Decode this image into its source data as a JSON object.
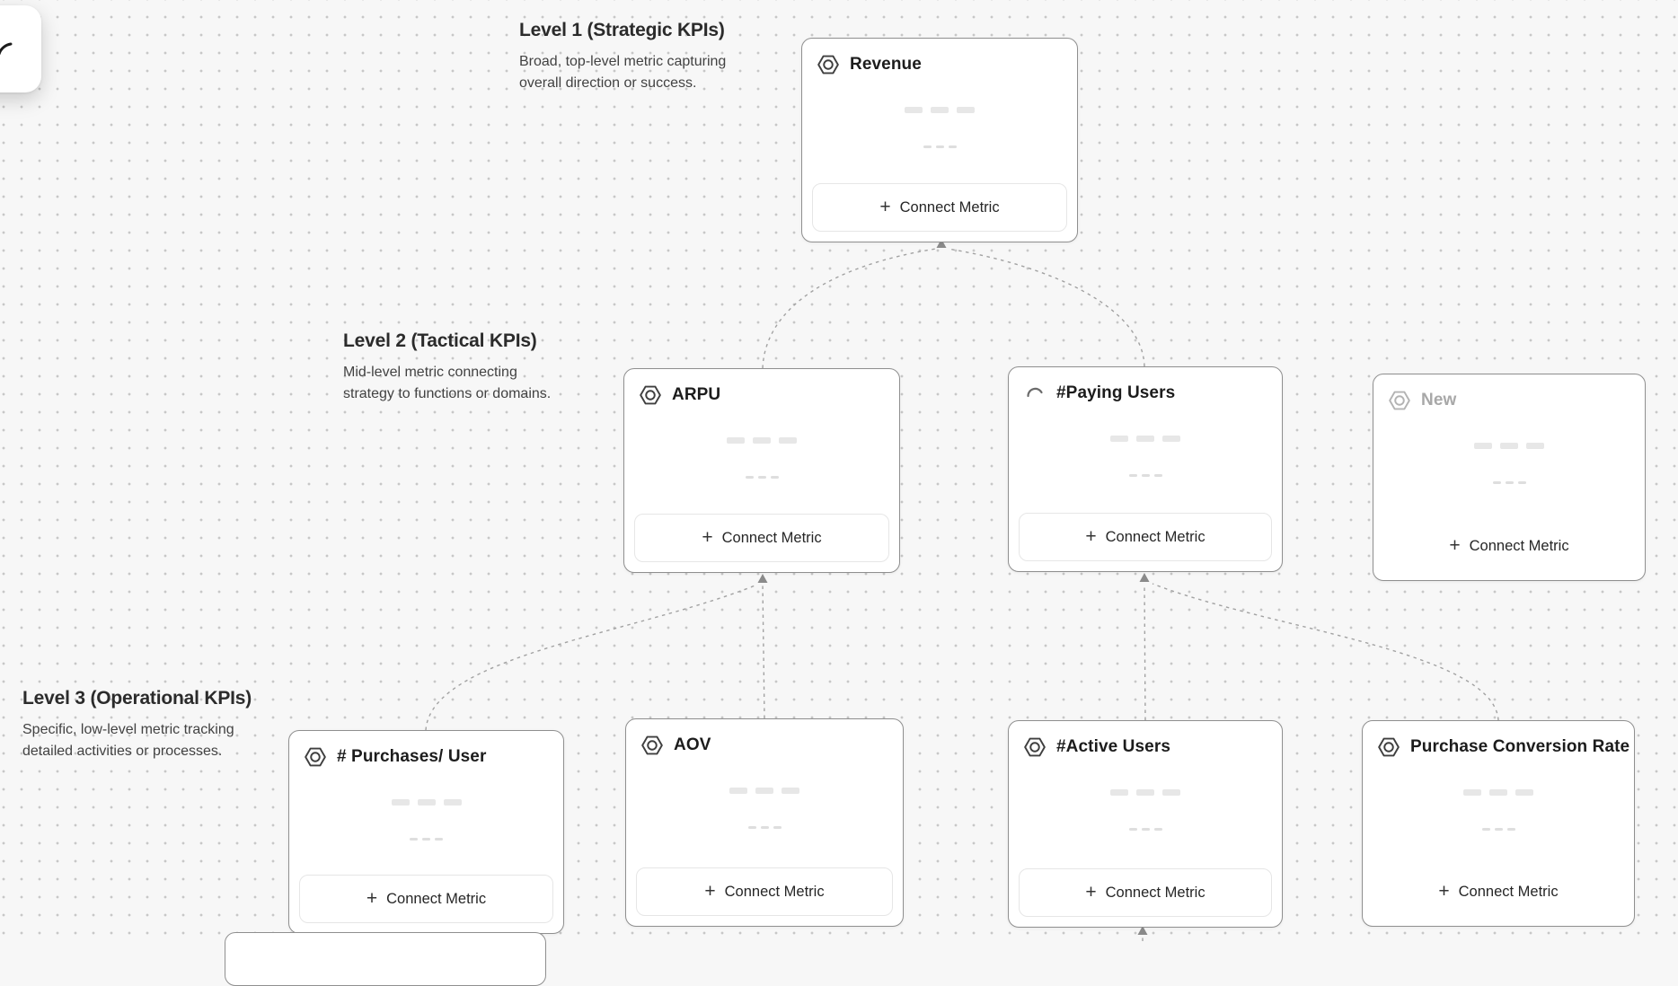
{
  "ui": {
    "plus": "+"
  },
  "levels": [
    {
      "title": "Level 1 (Strategic KPIs)",
      "desc1": "Broad, top-level metric capturing",
      "desc2": "overall direction or success."
    },
    {
      "title": "Level 2 (Tactical KPIs)",
      "desc1": "Mid-level metric connecting",
      "desc2": "strategy to functions or domains."
    },
    {
      "title": "Level 3 (Operational KPIs)",
      "desc1": "Specific, low-level metric tracking",
      "desc2": "detailed activities or processes."
    }
  ],
  "cards": [
    {
      "title": "Revenue",
      "button_label": "Connect Metric",
      "icon": "metric-hexagon",
      "state": "default"
    },
    {
      "title": "ARPU",
      "button_label": "Connect Metric",
      "icon": "metric-hexagon",
      "state": "default"
    },
    {
      "title": "#Paying Users",
      "button_label": "Connect Metric",
      "icon": "loading-spinner",
      "state": "loading"
    },
    {
      "title": "New",
      "button_label": "Connect Metric",
      "icon": "metric-hexagon",
      "state": "muted"
    },
    {
      "title": "# Purchases/ User",
      "button_label": "Connect Metric",
      "icon": "metric-hexagon",
      "state": "default"
    },
    {
      "title": "AOV",
      "button_label": "Connect Metric",
      "icon": "metric-hexagon",
      "state": "default"
    },
    {
      "title": "#Active Users",
      "button_label": "Connect Metric",
      "icon": "metric-hexagon",
      "state": "default"
    },
    {
      "title": "Purchase Conversion Rate",
      "button_label": "Connect Metric",
      "icon": "metric-hexagon",
      "state": "default"
    }
  ],
  "colors": {
    "canvas_bg": "#f7f7f7",
    "grid_dot": "#c7c7c7",
    "card_border": "#8f8f8f",
    "connection": "#a2a2a2",
    "skeleton": "#e7e7e7"
  }
}
